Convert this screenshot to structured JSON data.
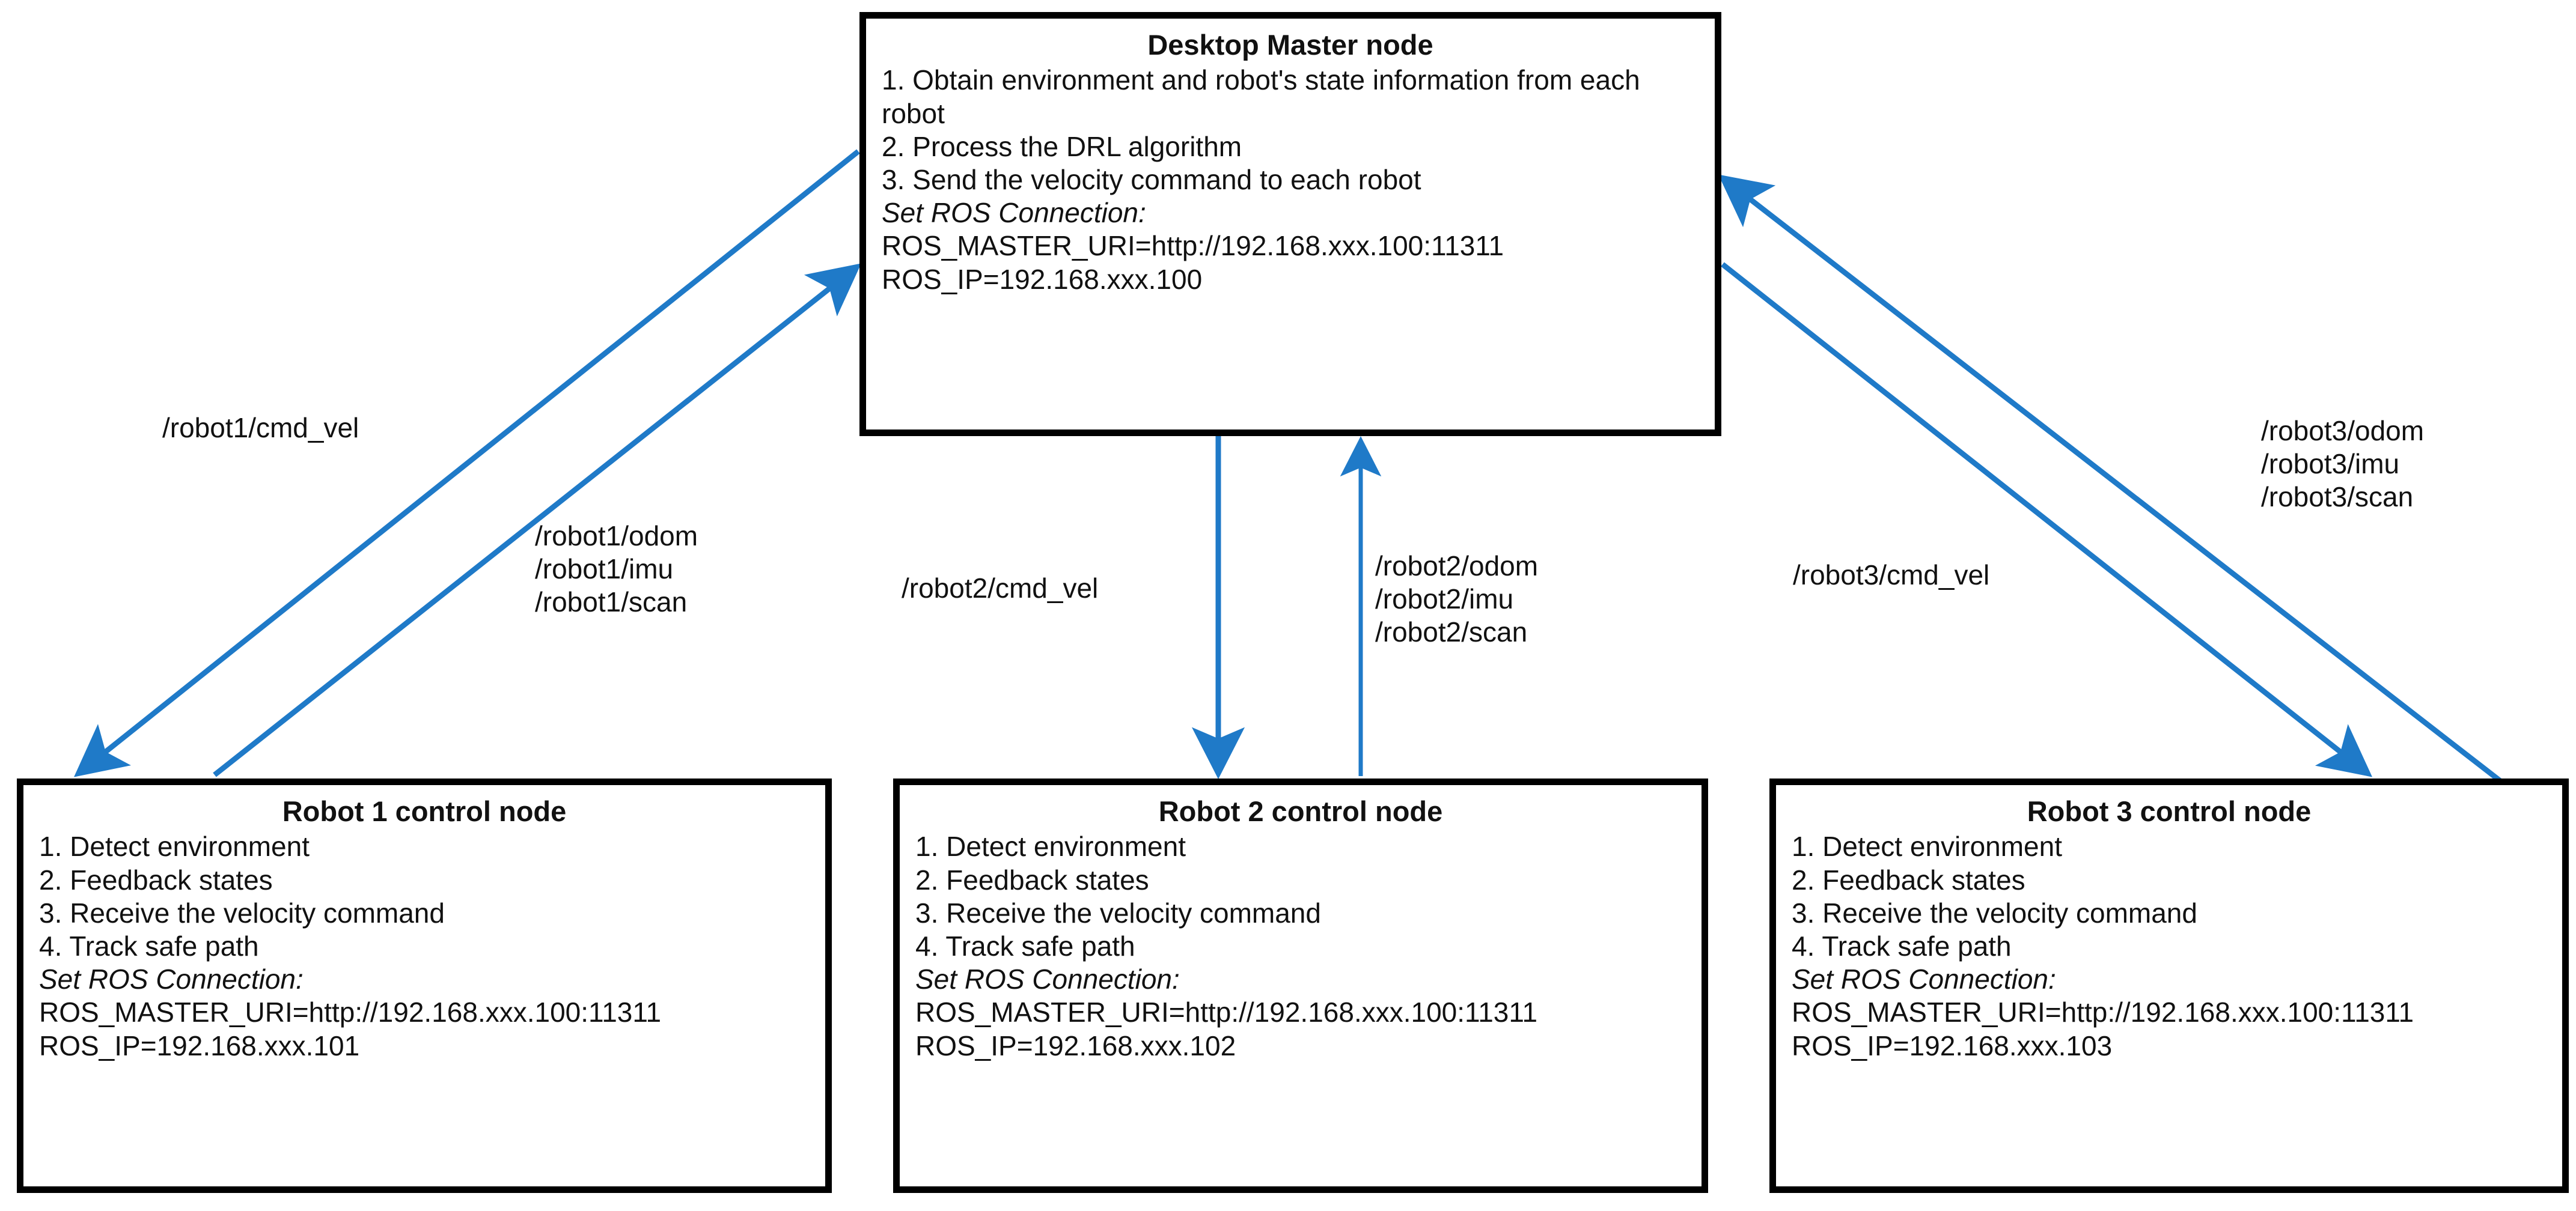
{
  "diagram": {
    "title": "ROS multi-robot distributed node architecture",
    "accent_color": "#1F7AC8",
    "border_color": "#000000",
    "text_color": "#111111",
    "background": "#ffffff"
  },
  "nodes": {
    "master": {
      "title": "Desktop Master node",
      "lines": [
        "1. Obtain environment and robot's state information from each robot",
        "2. Process the DRL algorithm",
        "3. Send the velocity command to each robot"
      ],
      "ros_heading": "Set ROS Connection:",
      "ros_master_uri": "ROS_MASTER_URI=http://192.168.xxx.100:11311",
      "ros_ip": "ROS_IP=192.168.xxx.100"
    },
    "robot1": {
      "title": "Robot 1 control node",
      "lines": [
        "1. Detect environment",
        "2. Feedback states",
        "3. Receive the velocity command",
        "4. Track safe path"
      ],
      "ros_heading": "Set ROS Connection:",
      "ros_master_uri": "ROS_MASTER_URI=http://192.168.xxx.100:11311",
      "ros_ip": "ROS_IP=192.168.xxx.101"
    },
    "robot2": {
      "title": "Robot 2 control node",
      "lines": [
        "1. Detect environment",
        "2. Feedback states",
        "3. Receive the velocity command",
        "4. Track safe path"
      ],
      "ros_heading": "Set ROS Connection:",
      "ros_master_uri": "ROS_MASTER_URI=http://192.168.xxx.100:11311",
      "ros_ip": "ROS_IP=192.168.xxx.102"
    },
    "robot3": {
      "title": "Robot 3 control node",
      "lines": [
        "1. Detect environment",
        "2. Feedback states",
        "3. Receive the velocity command",
        "4. Track safe path"
      ],
      "ros_heading": "Set ROS Connection:",
      "ros_master_uri": "ROS_MASTER_URI=http://192.168.xxx.100:11311",
      "ros_ip": "ROS_IP=192.168.xxx.103"
    }
  },
  "edge_labels": {
    "robot1_cmd_vel": "/robot1/cmd_vel",
    "robot1_odom": "/robot1/odom",
    "robot1_imu": "/robot1/imu",
    "robot1_scan": "/robot1/scan",
    "robot2_cmd_vel": "/robot2/cmd_vel",
    "robot2_odom": "/robot2/odom",
    "robot2_imu": "/robot2/imu",
    "robot2_scan": "/robot2/scan",
    "robot3_cmd_vel": "/robot3/cmd_vel",
    "robot3_odom": "/robot3/odom",
    "robot3_imu": "/robot3/imu",
    "robot3_scan": "/robot3/scan"
  }
}
